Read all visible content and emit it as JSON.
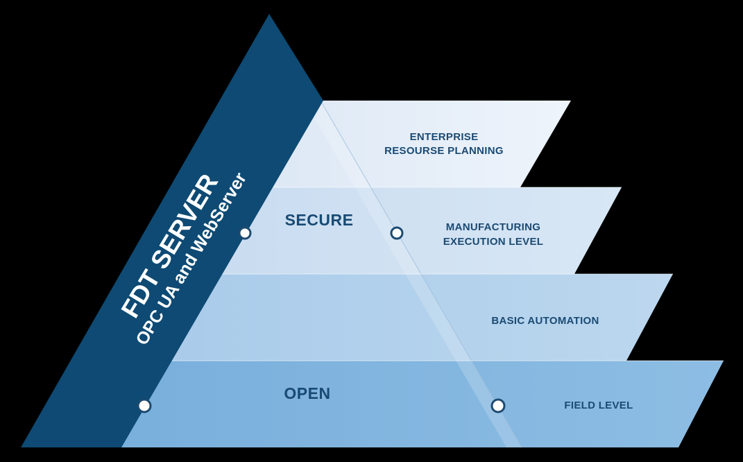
{
  "server": {
    "title": "FDT SERVER",
    "subtitle": "OPC UA and WebServer"
  },
  "levels": [
    {
      "line1": "ENTERPRISE",
      "line2": "RESOURSE PLANNING"
    },
    {
      "line1": "MANUFACTURING",
      "line2": "EXECUTION LEVEL"
    },
    {
      "line1": "BASIC AUTOMATION"
    },
    {
      "line1": "FIELD LEVEL"
    }
  ],
  "bands": {
    "secure": "SECURE",
    "open": "OPEN"
  },
  "colors": {
    "background": "#000000",
    "server_panel": "#0e4a73",
    "level1": "#e6eff9",
    "level2": "#d3e4f4",
    "level3": "#b4d2ec",
    "level4": "#86b8e1",
    "text": "#1b4a72"
  }
}
